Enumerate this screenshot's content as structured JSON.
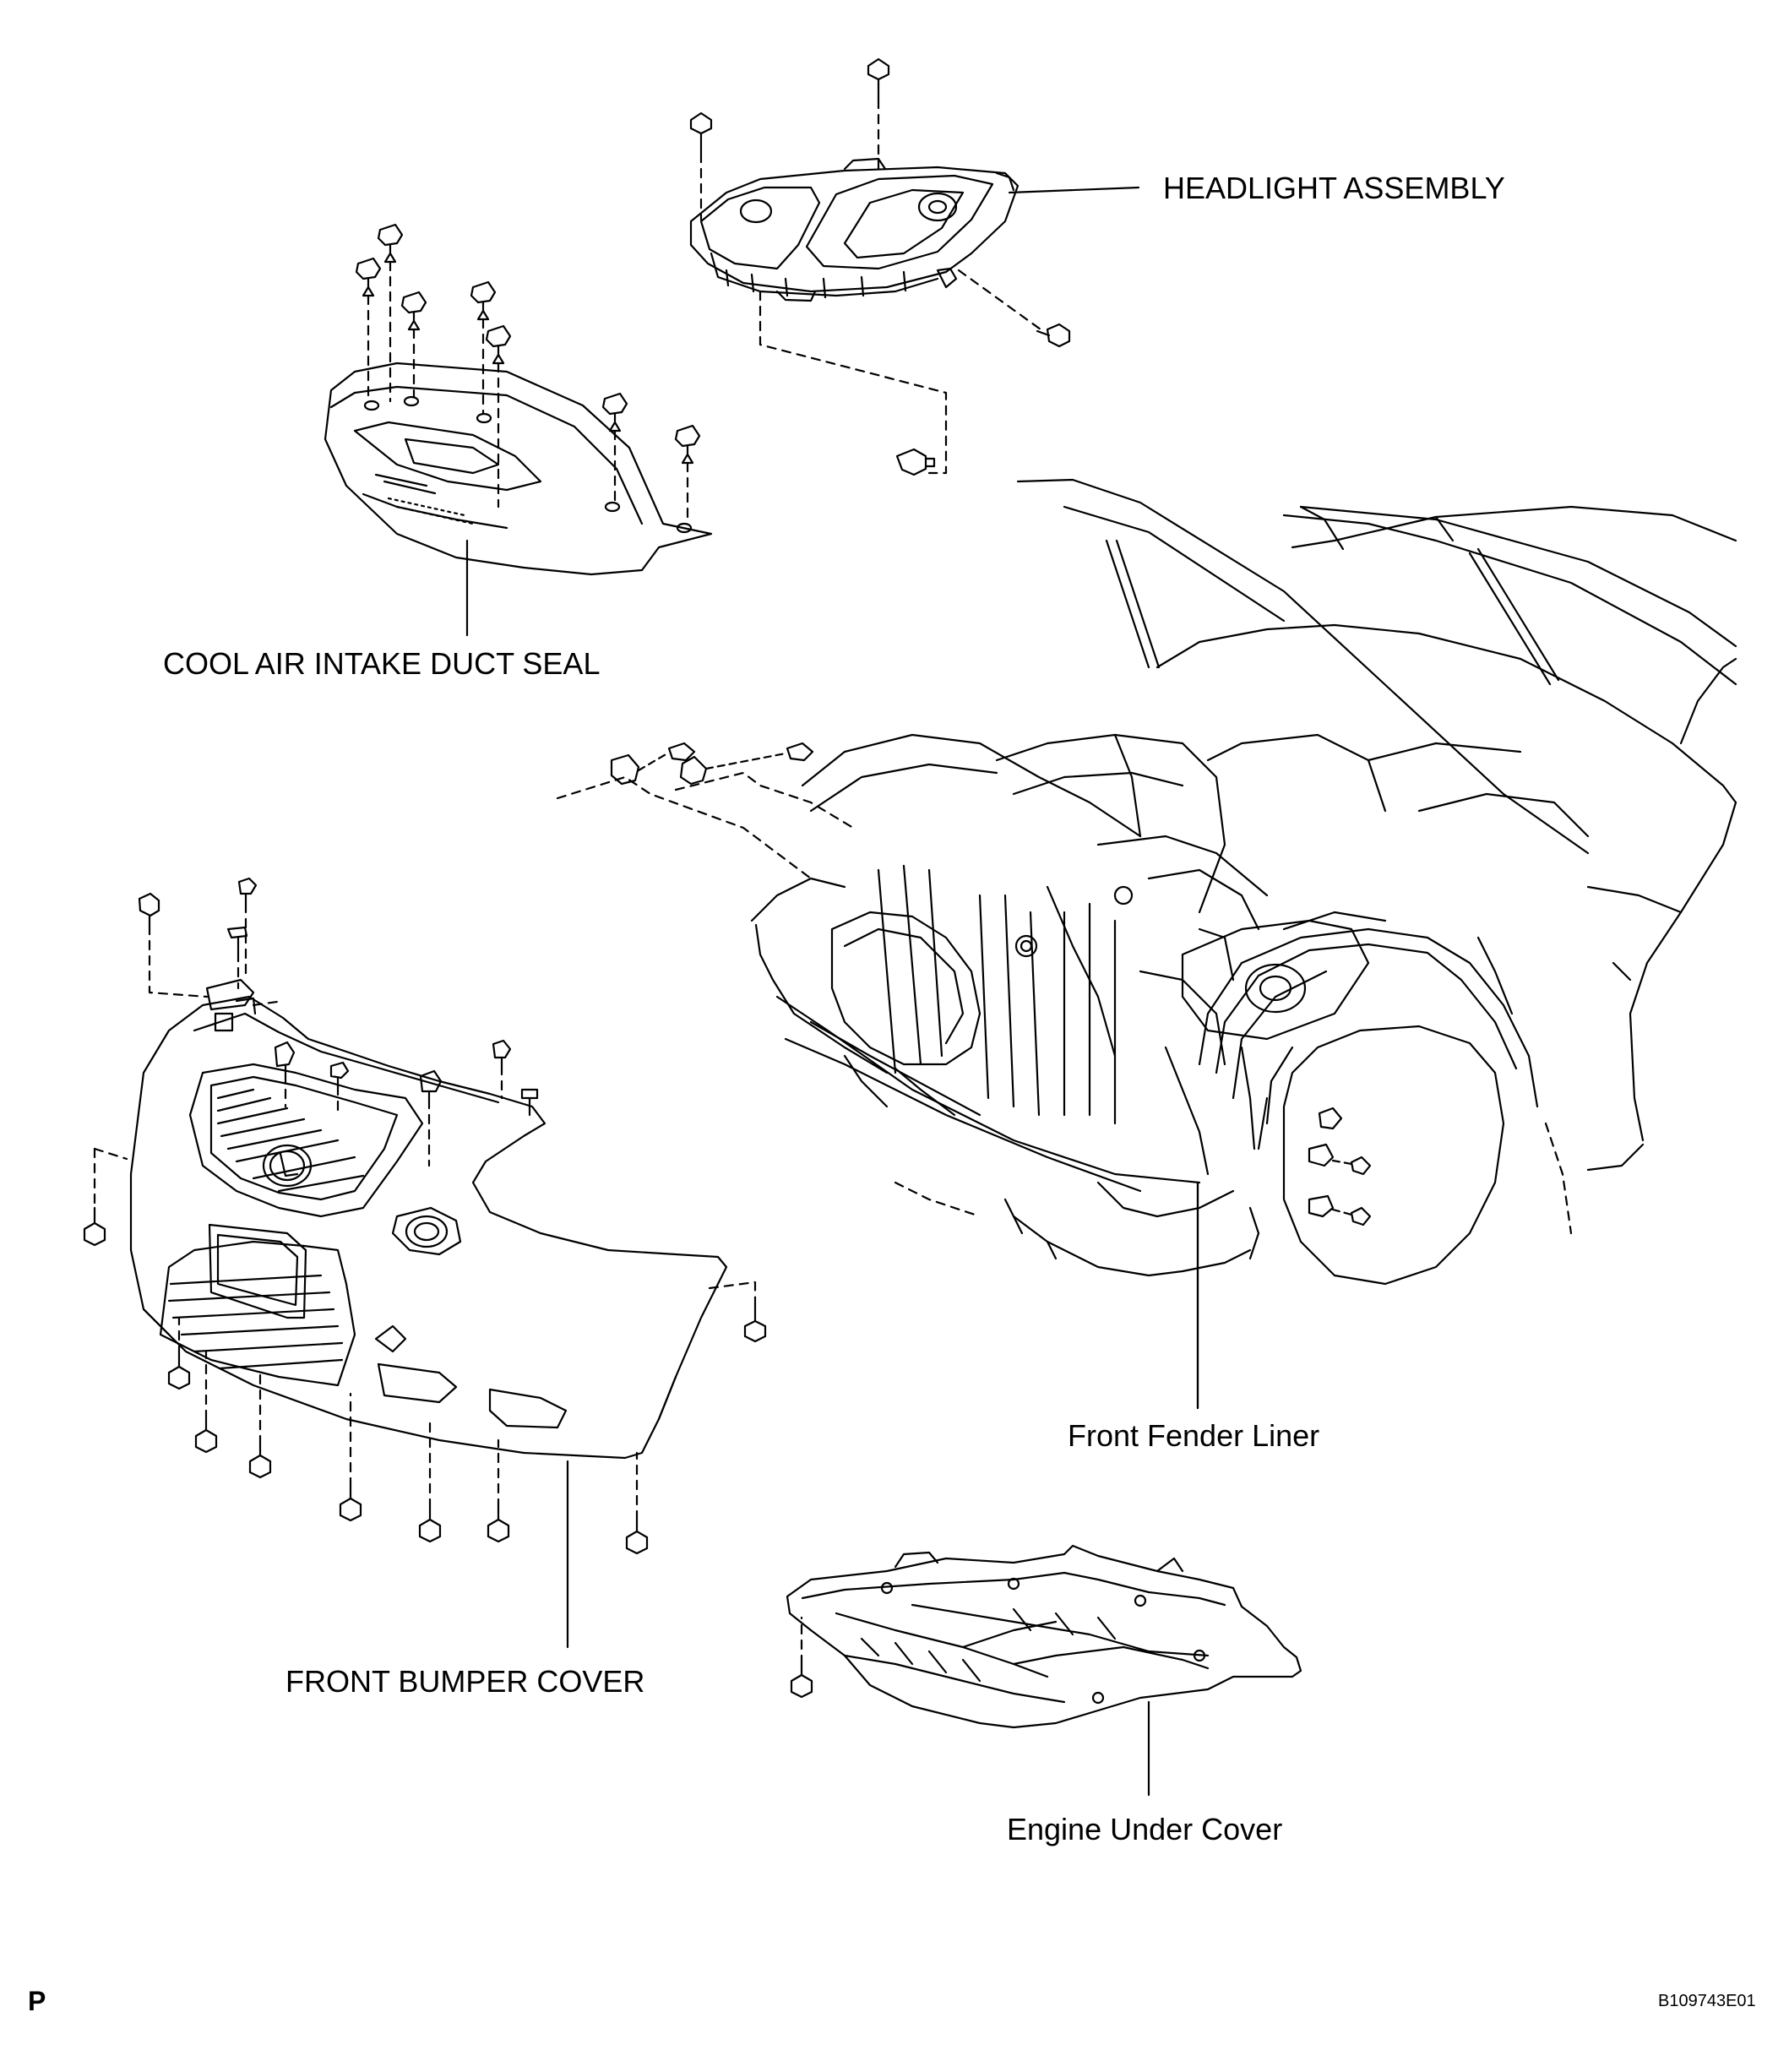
{
  "labels": {
    "headlight_assembly": "HEADLIGHT ASSEMBLY",
    "cool_air_intake_duct_seal": "COOL AIR INTAKE DUCT SEAL",
    "front_fender_liner": "Front Fender Liner",
    "front_bumper_cover": "FRONT BUMPER COVER",
    "engine_under_cover": "Engine Under Cover"
  },
  "corner_marks": {
    "left": "P",
    "right": "B109743E01"
  },
  "colors": {
    "line": "#000000",
    "background": "#ffffff"
  }
}
